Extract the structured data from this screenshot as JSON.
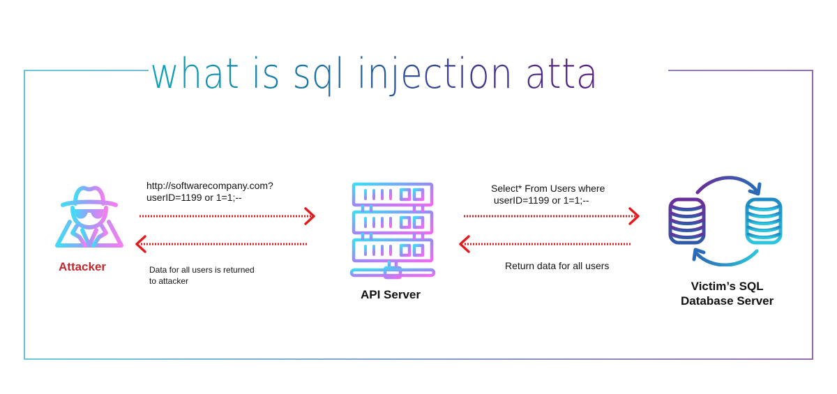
{
  "title": "what is sql injection attack?",
  "colors": {
    "title_gradient": [
      "#0fa3b8",
      "#1d6fa3",
      "#3d3e8f",
      "#5a1e7c"
    ],
    "frame_left": "#3cb5c8",
    "frame_right": "#7a3c96",
    "arrow": "#e3191c",
    "attacker_label": "#c5262b",
    "icon_gradient_cyan": "#3fdcf5",
    "icon_gradient_pink": "#f06bf0",
    "db_purple": "#6a2e9a",
    "db_cyan": "#20b8d6"
  },
  "nodes": {
    "attacker": {
      "label": "Attacker",
      "icon": "spy-hacker-icon"
    },
    "api_server": {
      "label": "API Server",
      "icon": "server-rack-icon"
    },
    "database": {
      "label_line1": "Victim’s SQL",
      "label_line2": "Database Server",
      "icon": "database-sync-icon"
    }
  },
  "edges": {
    "attacker_to_api": {
      "label_line1": "http://softwarecompany.com?",
      "label_line2": "userID=1199 or 1=1;--",
      "direction": "right"
    },
    "api_to_attacker": {
      "label_line1": "Data for all users is returned",
      "label_line2": "to attacker",
      "direction": "left"
    },
    "api_to_db": {
      "label_line1": "Select* From Users where",
      "label_line2": " userID=1199 or 1=1;--",
      "direction": "right"
    },
    "db_to_api": {
      "label_line1": "Return data for all users",
      "direction": "left"
    }
  }
}
